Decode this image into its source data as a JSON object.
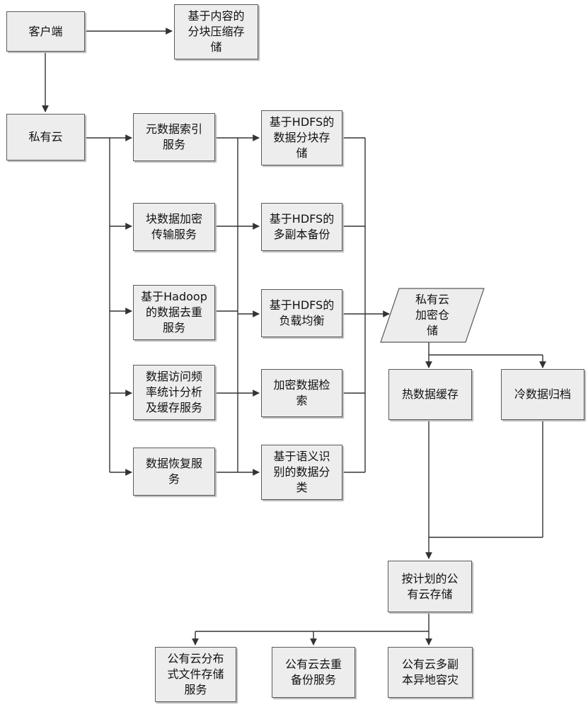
{
  "nodes": {
    "client": "客户端",
    "content_block_storage": "基于内容的\n分块压缩存\n储",
    "private_cloud": "私有云",
    "metadata_index": "元数据索引\n服务",
    "block_encryption": "块数据加密\n传输服务",
    "hadoop_dedup": "基于Hadoop\n的数据去重\n服务",
    "access_frequency": "数据访问频\n率统计分析\n及缓存服务",
    "data_recovery": "数据恢复服\n务",
    "hdfs_block_storage": "基于HDFS的\n数据分块存\n储",
    "hdfs_replica_backup": "基于HDFS的\n多副本备份",
    "hdfs_load_balance": "基于HDFS的\n负载均衡",
    "encrypted_search": "加密数据检\n索",
    "semantic_classification": "基于语义识\n别的数据分\n类",
    "private_encrypted_warehouse": "私有云\n加密仓\n储",
    "hot_data_cache": "热数据缓存",
    "cold_data_archive": "冷数据归档",
    "planned_public_storage": "按计划的公\n有云存储",
    "public_distributed_storage": "公有云分布\n式文件存储\n服务",
    "public_dedup_backup": "公有云去重\n备份服务",
    "public_multi_replica_dr": "公有云多副\n本异地容灾"
  }
}
